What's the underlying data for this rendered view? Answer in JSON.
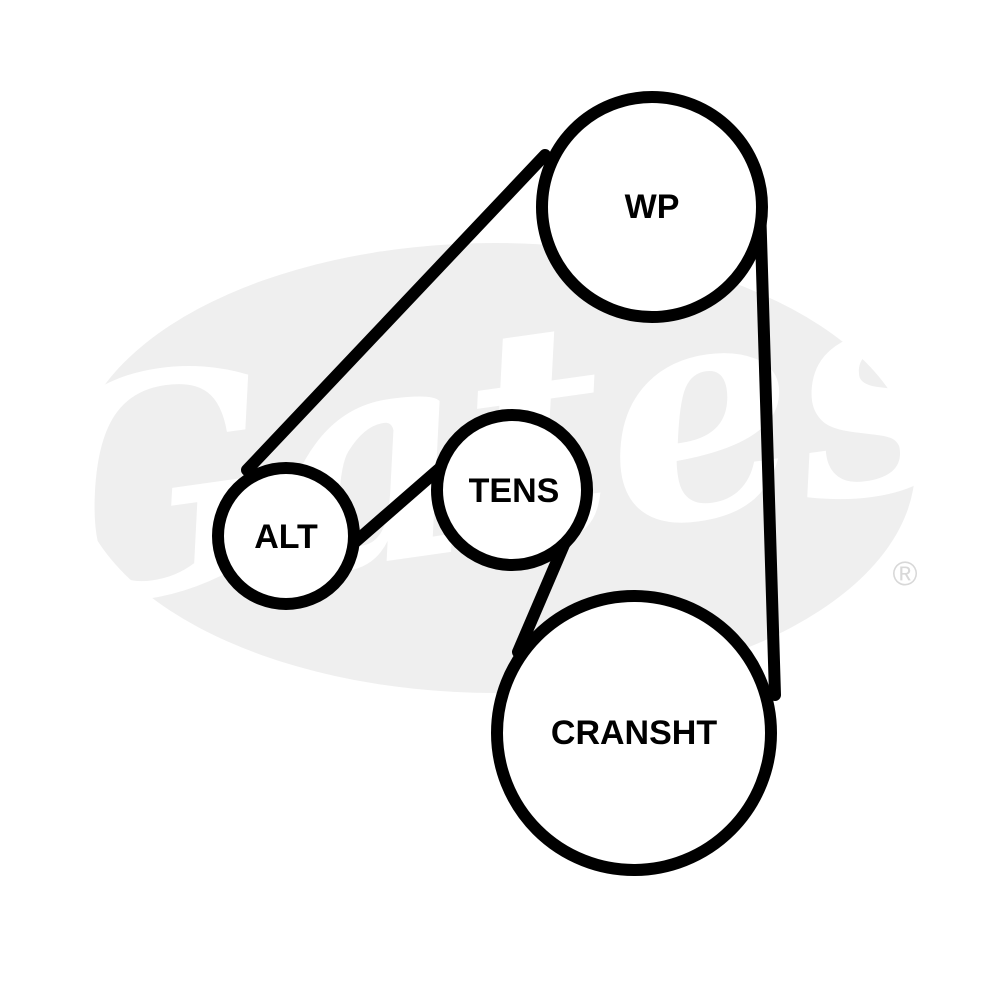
{
  "watermark": {
    "brand_text": "Gates",
    "registered_mark": "®",
    "oval_color": "#efefef",
    "text_color": "#ffffff"
  },
  "belt": {
    "stroke_color": "#000000",
    "background": "#ffffff"
  },
  "pulleys": {
    "wp": {
      "label": "WP"
    },
    "alt": {
      "label": "ALT"
    },
    "tens": {
      "label": "TENS"
    },
    "crankshaft": {
      "label": "CRANSHT"
    }
  }
}
